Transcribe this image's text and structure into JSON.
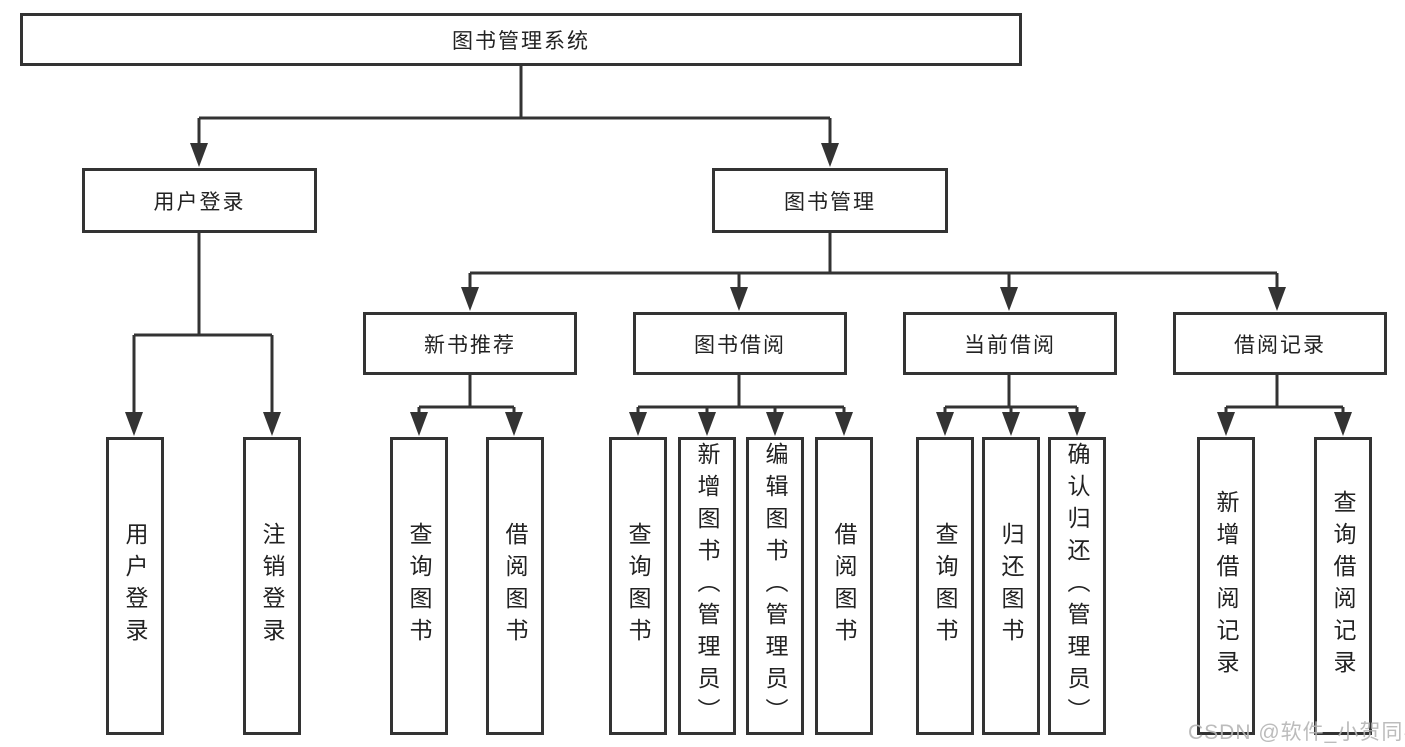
{
  "diagram": {
    "title_node": "图书管理系统",
    "tree": {
      "label": "图书管理系统",
      "children": [
        {
          "label": "用户登录",
          "children": [
            {
              "label": "用户登录"
            },
            {
              "label": "注销登录"
            }
          ]
        },
        {
          "label": "图书管理",
          "children": [
            {
              "label": "新书推荐",
              "children": [
                {
                  "label": "查询图书"
                },
                {
                  "label": "借阅图书"
                }
              ]
            },
            {
              "label": "图书借阅",
              "children": [
                {
                  "label": "查询图书"
                },
                {
                  "label": "新增图书（管理员）"
                },
                {
                  "label": "编辑图书（管理员）"
                },
                {
                  "label": "借阅图书"
                }
              ]
            },
            {
              "label": "当前借阅",
              "children": [
                {
                  "label": "查询图书"
                },
                {
                  "label": "归还图书"
                },
                {
                  "label": "确认归还（管理员）"
                }
              ]
            },
            {
              "label": "借阅记录",
              "children": [
                {
                  "label": "新增借阅记录"
                },
                {
                  "label": "查询借阅记录"
                }
              ]
            }
          ]
        }
      ]
    },
    "colors": {
      "line": "#333333",
      "box_border": "#333333",
      "box_background": "#ffffff",
      "text": "#222222",
      "watermark": "#b5b5b5"
    }
  },
  "watermark": {
    "text": "CSDN @软件_小贺同学"
  }
}
